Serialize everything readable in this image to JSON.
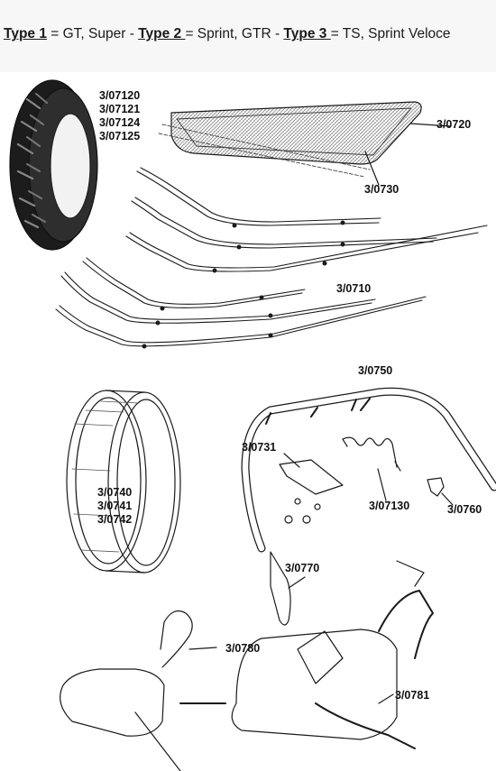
{
  "header": {
    "type1_label": "Type 1",
    "type1_desc": " = GT, Super - ",
    "type2_label": "Type 2 ",
    "type2_desc": "= Sprint, GTR - ",
    "type3_label": "Type 3 ",
    "type3_desc": "= TS, Sprint Veloce"
  },
  "parts": {
    "tire": [
      "3/07120",
      "3/07121",
      "3/07124",
      "3/07125"
    ],
    "floor_mat": "3/0720",
    "mat_strip": "3/0730",
    "running_boards": "3/0710",
    "rim": [
      "3/0740",
      "3/0741",
      "3/0742"
    ],
    "bumper_bar": "3/0750",
    "bracket": "3/0731",
    "spring": "3/07130",
    "clip": "3/0760",
    "stand_foot": "3/0770",
    "exhaust_small": "3/0780",
    "exhaust_large": "3/0781"
  },
  "colors": {
    "ink": "#1a1a1a",
    "header_bg": "#f7f7f7"
  }
}
